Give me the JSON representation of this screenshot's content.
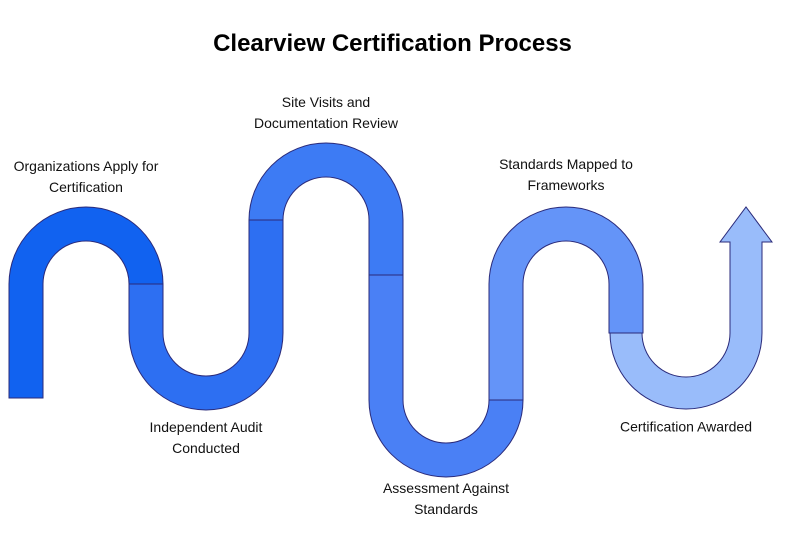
{
  "title": "Clearview Certification Process",
  "diagram": {
    "type": "serpentine-process-flow",
    "direction": "left-to-right",
    "background": "#FFFFFF",
    "outline_color": "#2A2A7A",
    "arrow": "up-arrowhead-at-end",
    "steps": [
      {
        "index": 1,
        "label": "Organizations Apply for Certification",
        "color": "#1162F0",
        "label_position": "top"
      },
      {
        "index": 2,
        "label": "Independent Audit Conducted",
        "color": "#2D6FF2",
        "label_position": "bottom"
      },
      {
        "index": 3,
        "label": "Site Visits and Documentation Review",
        "color": "#3D7BF4",
        "label_position": "top"
      },
      {
        "index": 4,
        "label": "Assessment Against Standards",
        "color": "#4A80F5",
        "label_position": "bottom"
      },
      {
        "index": 5,
        "label": "Standards Mapped to Frameworks",
        "color": "#6494F8",
        "label_position": "top"
      },
      {
        "index": 6,
        "label": "Certification Awarded",
        "color": "#99BCFA",
        "label_position": "bottom"
      }
    ]
  }
}
